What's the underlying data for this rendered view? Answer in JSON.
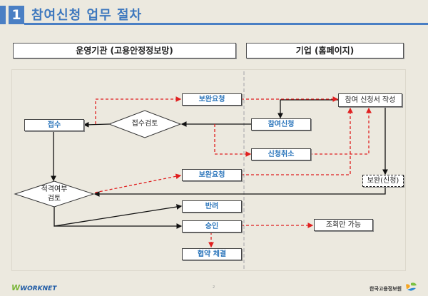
{
  "title": {
    "number": "1",
    "text": "참여신청 업무 절차"
  },
  "headers": {
    "left": "운영기관 (고용안정정보망)",
    "right": "기업 (홈페이지)"
  },
  "nodes": {
    "supplement_request_1": "보완요청",
    "application_write": "참여 신청서 작성",
    "receipt": "접수",
    "receipt_review": "접수검토",
    "participation_apply": "참여신청",
    "apply_cancel": "신청취소",
    "supplement_request_2": "보완요청",
    "supplement_apply": "보완(신청)",
    "eligibility_review_line1": "적격여부",
    "eligibility_review_line2": "검토",
    "reject": "반려",
    "approve": "승인",
    "view_only": "조회만 가능",
    "agreement": "협약 체결"
  },
  "colors": {
    "accent": "#4a7fc4",
    "node_text": "#2b75bb",
    "dashed_flow": "#e02020",
    "background": "#ece9df"
  },
  "footer": {
    "page_number": "2",
    "left_logo": "WORKNET",
    "right_logo": "한국고용정보원"
  }
}
